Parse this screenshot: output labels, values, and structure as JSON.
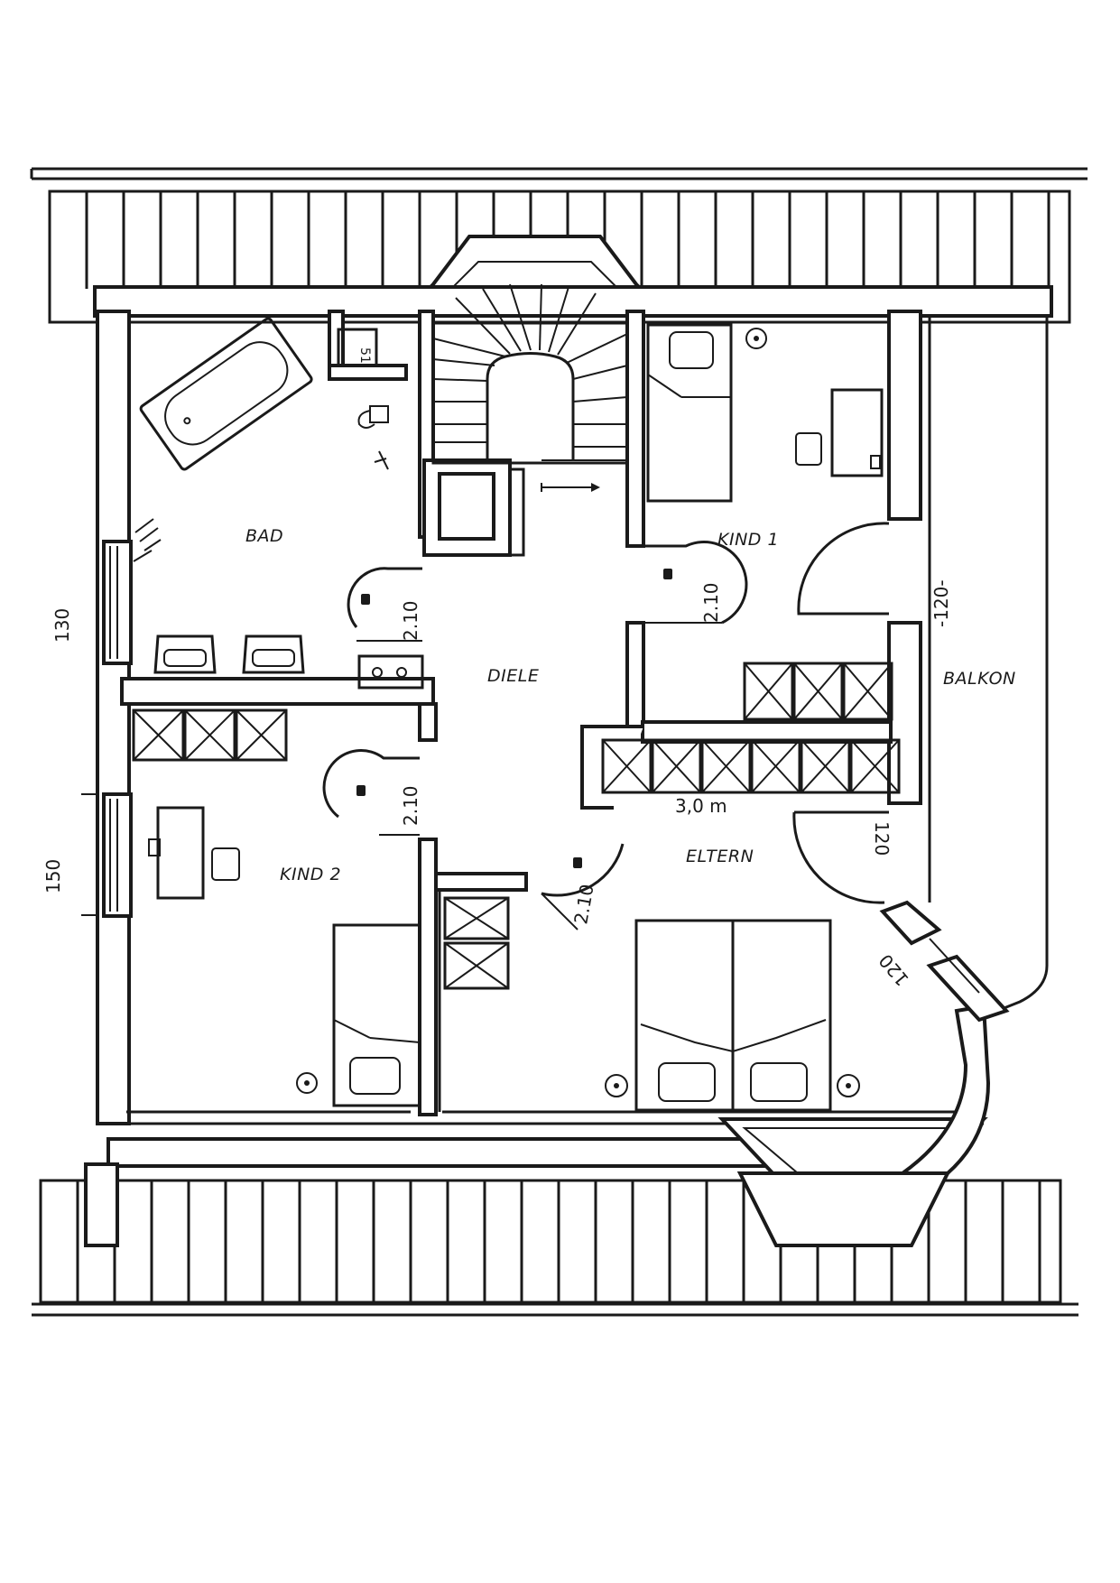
{
  "plan": {
    "rooms": {
      "bad": "BAD",
      "kind1": "KIND 1",
      "diele": "DIELE",
      "balkon": "BALKON",
      "kind2": "KIND 2",
      "eltern": "ELTERN"
    },
    "dimensions": {
      "door_bad": "2.10",
      "door_kind1": "2.10",
      "door_kind2": "2.10",
      "door_eltern": "2.10",
      "width_eltern": "3,0 m",
      "window_130": "130",
      "window_150": "150",
      "balcony_120a": "-120-",
      "balcony_120b": "120",
      "balcony_120c": "120",
      "cabinet": "51"
    }
  }
}
